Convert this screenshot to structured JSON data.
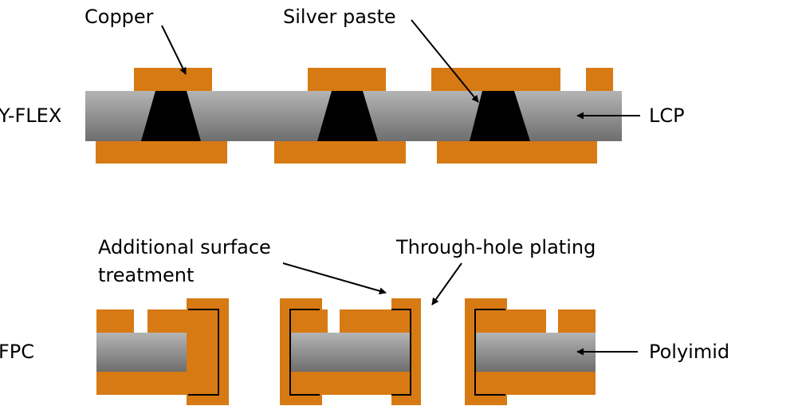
{
  "labels": {
    "yflex": "Y-FLEX",
    "fpc": "FPC",
    "copper": "Copper",
    "silver_paste": "Silver paste",
    "lcp": "LCP",
    "additional_surface_line1": "Additional surface",
    "additional_surface_line2": "treatment",
    "through_hole_plating": "Through-hole plating",
    "polyimid": "Polyimid"
  },
  "colors": {
    "copper": "#D77A14",
    "substrate_light": "#B4B4B4",
    "substrate_dark": "#6E6E6E",
    "silver_paste": "#000000",
    "outline": "#000000",
    "text": "#000000"
  },
  "icons": {
    "pointer": "arrow-icon"
  }
}
